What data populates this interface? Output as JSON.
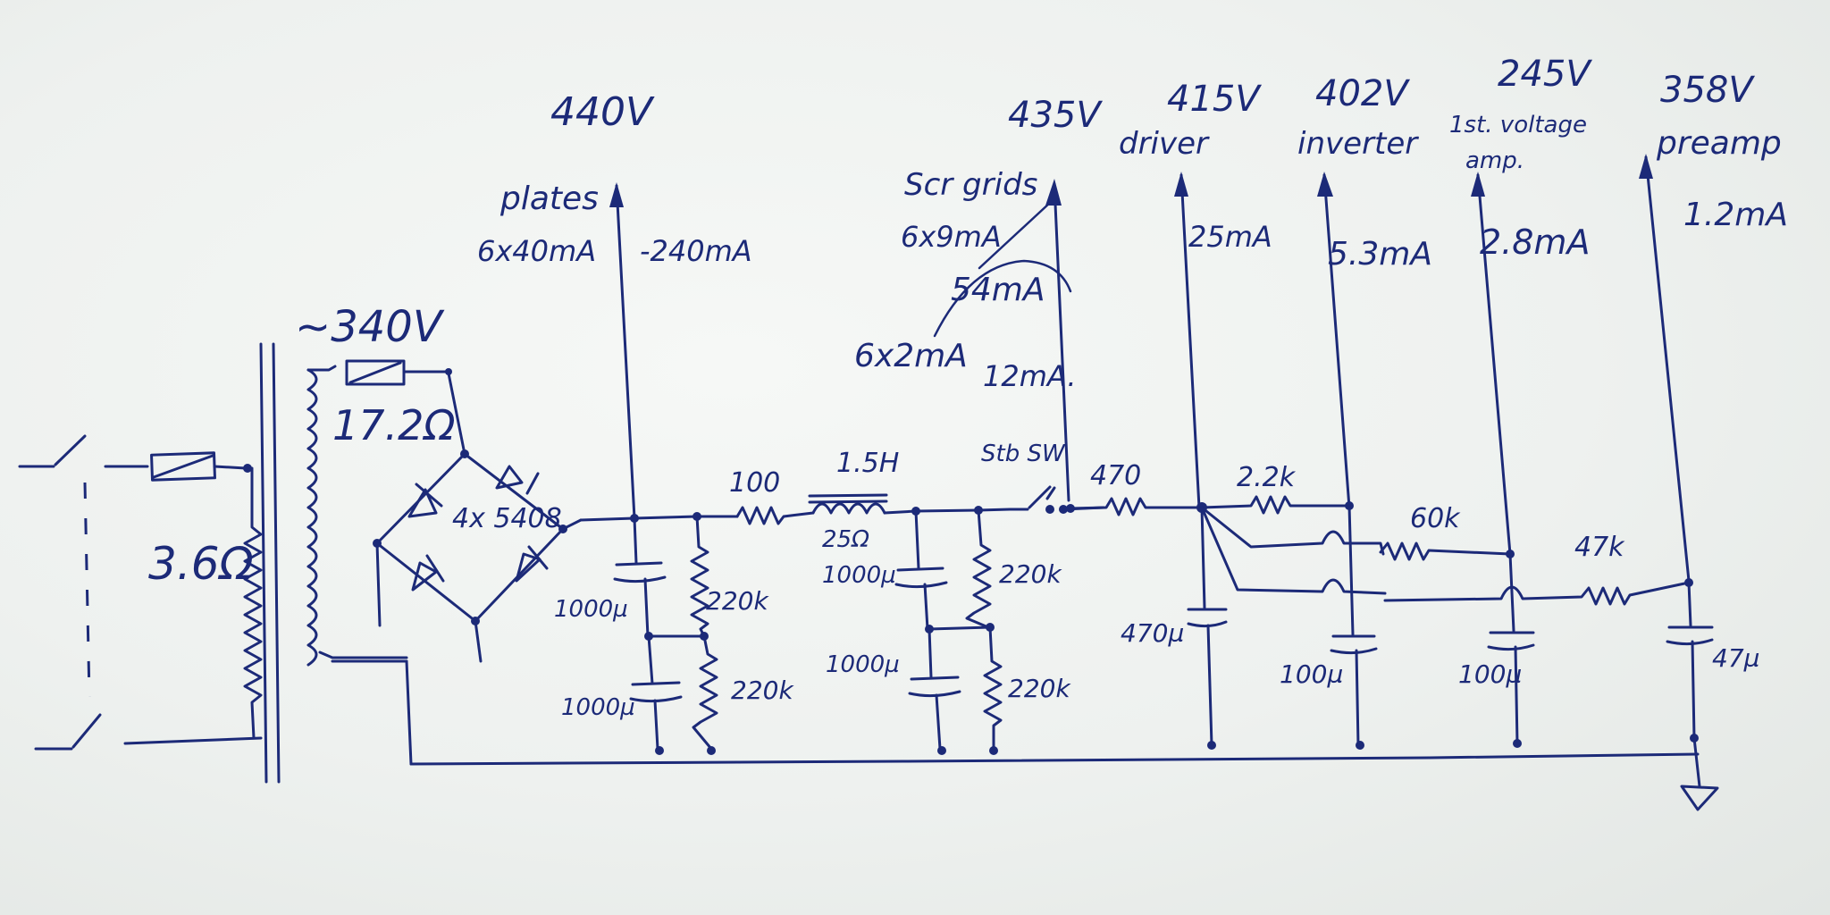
{
  "diagram": {
    "mains": {
      "ac_voltage": "~340V",
      "primary_resistor": "3.6Ω",
      "secondary_resistor": "17.2Ω"
    },
    "rectifier": {
      "diodes": "4x 5408"
    },
    "filter": {
      "cap1": "1000µ",
      "cap2": "1000µ",
      "res1": "220k",
      "res2": "220k",
      "series_res": "100",
      "choke": "1.5H",
      "choke_res": "25Ω",
      "cap3": "1000µ",
      "cap4": "1000µ",
      "res3": "220k",
      "res4": "220k",
      "stb_switch": "Stb SW"
    },
    "rails": {
      "plates": {
        "voltage": "440V",
        "label": "plates",
        "current_a": "6x40mA",
        "current_b": "-240mA"
      },
      "screen": {
        "voltage": "435V",
        "label": "Scr grids",
        "current_a": "6x9mA",
        "current_b": "54mA",
        "current_c": "6x2mA",
        "current_d": "12mA."
      },
      "driver": {
        "voltage": "415V",
        "label": "driver",
        "current": "25mA"
      },
      "inverter": {
        "voltage": "402V",
        "label": "inverter",
        "current": "5.3mA"
      },
      "voltage_amp": {
        "voltage": "245V",
        "label_a": "1st. voltage",
        "label_b": "amp.",
        "current": "2.8mA"
      },
      "preamp": {
        "voltage": "358V",
        "label": "preamp",
        "current": "1.2mA"
      }
    },
    "lower": {
      "r_470": "470",
      "r_2k2": "2.2k",
      "r_60k": "60k",
      "r_47k": "47k",
      "c_470": "470µ",
      "c_100a": "100µ",
      "c_100b": "100µ",
      "c_47": "47µ"
    }
  }
}
